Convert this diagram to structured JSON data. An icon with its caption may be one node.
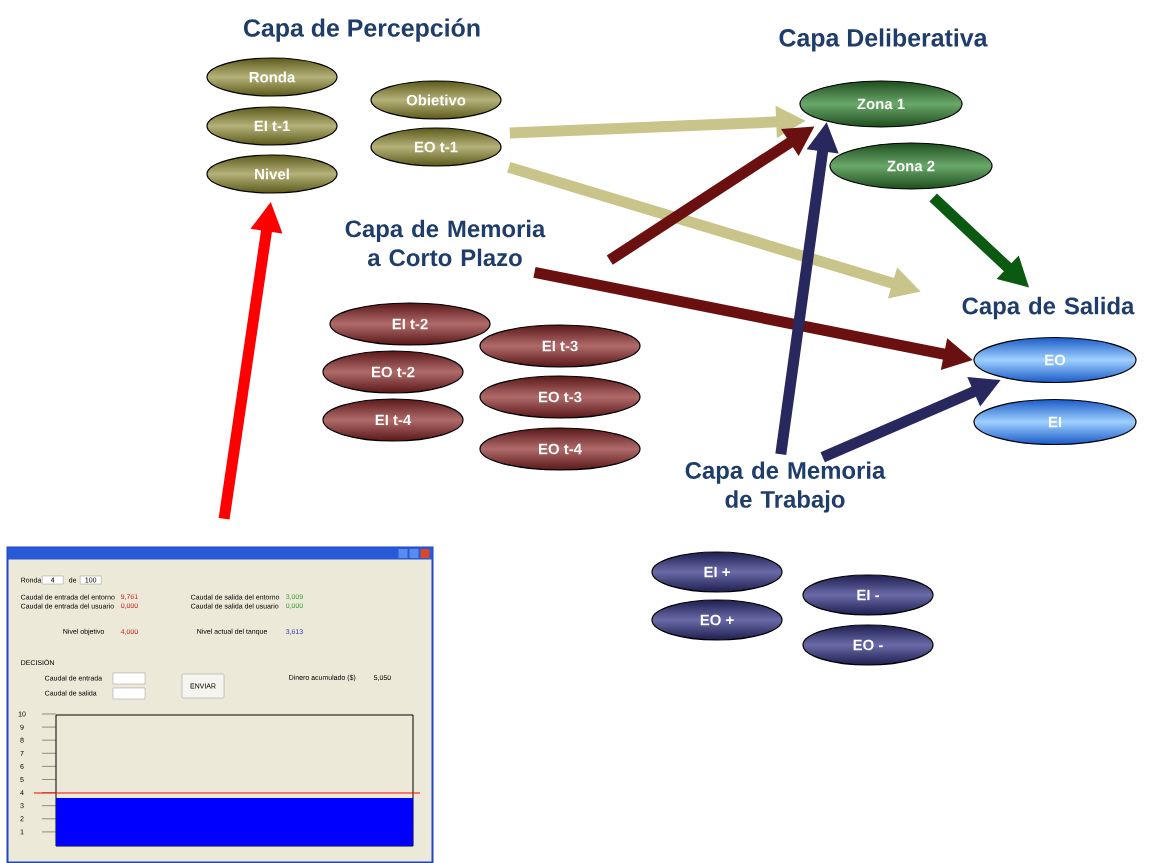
{
  "diagram": {
    "nodes": [
      {
        "text": [
          "Ronda"
        ]
      },
      {
        "text": [
          "Obietivo"
        ]
      },
      {
        "text": [
          "EI t-1"
        ]
      },
      {
        "text": [
          "EO t-1"
        ]
      },
      {
        "text": [
          "Nivel"
        ]
      },
      {
        "text": [
          "Zona 1"
        ]
      },
      {
        "text": [
          "Zona 2"
        ]
      },
      {
        "text": [
          "Capa de Memoria a Corto Plazo"
        ]
      },
      {
        "text": [
          "EI t-2"
        ]
      },
      {
        "text": [
          "EI t-3"
        ]
      },
      {
        "text": [
          "EO t-2"
        ]
      },
      {
        "text": [
          "EO t-3"
        ]
      },
      {
        "text": [
          "EI t-4"
        ]
      },
      {
        "text": [
          "EO t-4"
        ]
      },
      {
        "text": [
          "Capa de Salida"
        ]
      },
      {
        "text": [
          "EO"
        ]
      },
      {
        "text": [
          "EI"
        ]
      },
      {
        "text": [
          "Capa de Memoria de Trabajo"
        ]
      },
      {
        "text": [
          "EI +"
        ]
      },
      {
        "text": [
          "EI -"
        ]
      },
      {
        "text": [
          "EO +"
        ]
      },
      {
        "text": [
          "EO -"
        ]
      },
      {
        "text": [],
        "shape": "picture"
      }
    ],
    "edges": [
      {
        "from": 22,
        "to": 4,
        "arrow": "to",
        "color": "#ff0000"
      },
      {
        "from": 3,
        "to": 5,
        "arrow": "to",
        "color": "#c8c48a"
      },
      {
        "from": 3,
        "to": 14,
        "arrow": "to",
        "color": "#c8c48a"
      },
      {
        "from": 7,
        "to": 5,
        "arrow": "to",
        "color": "#6b1010"
      },
      {
        "from": 7,
        "to": 15,
        "arrow": "to",
        "color": "#6b1010"
      },
      {
        "from": 17,
        "to": 5,
        "arrow": "to",
        "color": "#28285e"
      },
      {
        "from": 17,
        "to": 15,
        "arrow": "to",
        "color": "#28285e"
      },
      {
        "from": 6,
        "to": 14,
        "arrow": "to",
        "color": "#0b5a12"
      }
    ],
    "labels": [
      "Capa de Percepción",
      "Capa Deliberativa",
      "Ronda",
      "4",
      "de",
      "100",
      "Caudal de entrada del entorno",
      "9,761",
      "Caudal de salida del entorno",
      "3,009",
      "Caudal de entrada del usuario",
      "0,000",
      "Caudal de salida del usuario",
      "0,000",
      "Nivel objetivo",
      "4,000",
      "Nivel actual del tanque",
      "3,613",
      "DECISIÓN",
      "Caudal de entrada",
      "ENVIAR",
      "Dinero acumulado ($)",
      "5,050",
      "Caudal de salida",
      "10",
      "9",
      "8",
      "7",
      "6",
      "5",
      "4",
      "3",
      "2",
      "1"
    ]
  }
}
